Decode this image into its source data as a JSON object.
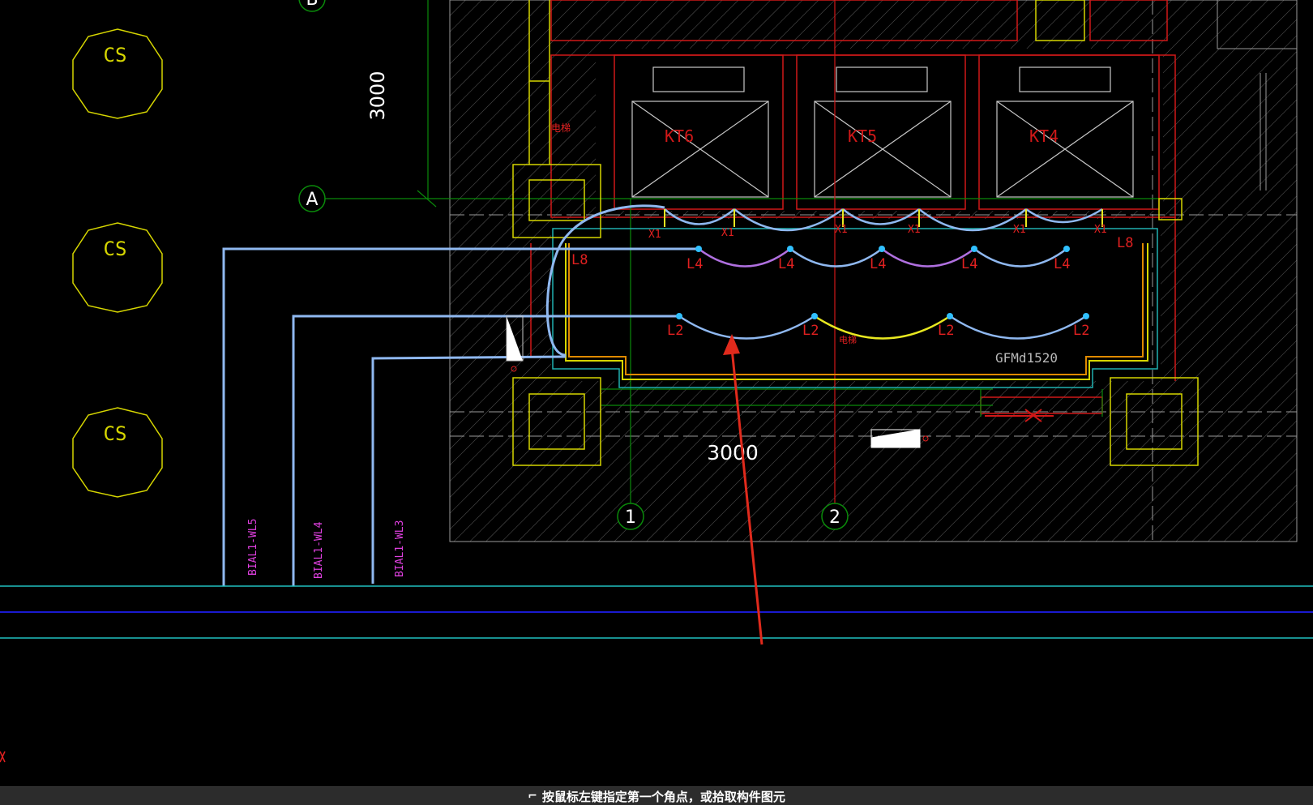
{
  "drawing": {
    "dim_vertical": "3000",
    "dim_horizontal": "3000",
    "grid_axes": {
      "a": "A",
      "b": "B",
      "one": "1",
      "two": "2"
    },
    "symbols": {
      "cs_label": "CS"
    },
    "equipment": [
      "KT6",
      "KT5",
      "KT4"
    ],
    "circuit_labels": {
      "x1": "X1",
      "l2": "L2",
      "l4": "L4",
      "l8": "L8"
    },
    "room_label": "GFMd1520",
    "small_red_note": "电梯",
    "feeder_labels": [
      "BIAL1-WL5",
      "BIAL1-WL4",
      "BIAL1-WL3"
    ]
  },
  "status": {
    "prompt": "按鼠标左键指定第一个角点，或拾取构件图元"
  },
  "colors": {
    "background": "#000000",
    "wire": "#8fb8f0",
    "symbol_yellow": "#d6d600",
    "annotation_red": "#e02020",
    "label_magenta": "#e040e0",
    "axis_green": "#0a8a0a",
    "arrow_red": "#e02a1c"
  },
  "icons": {
    "status": "cursor-corner-icon",
    "column": "hexagon-cs-icon"
  }
}
